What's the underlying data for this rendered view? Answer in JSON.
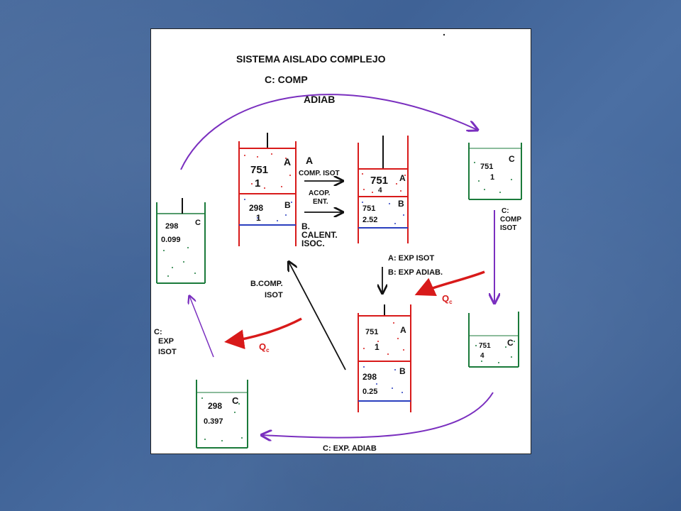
{
  "title": "SISTEMA AISLADO COMPLEJO",
  "top_process": [
    "C: COMP",
    "ADIAB"
  ],
  "center_top": {
    "A": {
      "letter": "A",
      "T": "751",
      "V": "1"
    },
    "B": {
      "letter": "B",
      "T": "298",
      "V": "1"
    }
  },
  "arrow1_labels": [
    "A",
    "COMP. ISOT",
    "ACOP.",
    "ENT."
  ],
  "arrow1_below": [
    "B.",
    "CALENT.",
    "ISOC."
  ],
  "center_right": {
    "A": {
      "letter": "A",
      "T": "751",
      "V": "4"
    },
    "B": {
      "letter": "B",
      "T": "751",
      "V": "2.52"
    }
  },
  "down_labels": [
    "A: EXP ISOT",
    "B: EXP ADIAB."
  ],
  "center_bottom": {
    "A": {
      "letter": "A",
      "T": "751",
      "V": "1"
    },
    "B": {
      "letter": "B",
      "T": "298",
      "V": "0.25"
    }
  },
  "bcomp_labels": [
    "B.COMP.",
    "ISOT"
  ],
  "c_top_right": {
    "letter": "C",
    "T": "751",
    "V": "1"
  },
  "c_comp_isot": [
    "C:",
    "COMP",
    "ISOT"
  ],
  "c_mid_right": {
    "letter": "C",
    "T": "751",
    "V": "4"
  },
  "c_bottom_label": "C: EXP. ADIAB",
  "c_bottom_left": {
    "letter": "C",
    "T": "298",
    "V": "0.397"
  },
  "c_exp_isot": [
    "C:",
    "EXP",
    "ISOT"
  ],
  "c_left": {
    "letter": "C",
    "T": "298",
    "V": "0.099"
  },
  "q_label": "Q",
  "q_sub": "c",
  "colors": {
    "red": "#d81a1a",
    "green": "#1a7a3a",
    "blue": "#2a3fbf",
    "purple": "#7a2fbf"
  }
}
